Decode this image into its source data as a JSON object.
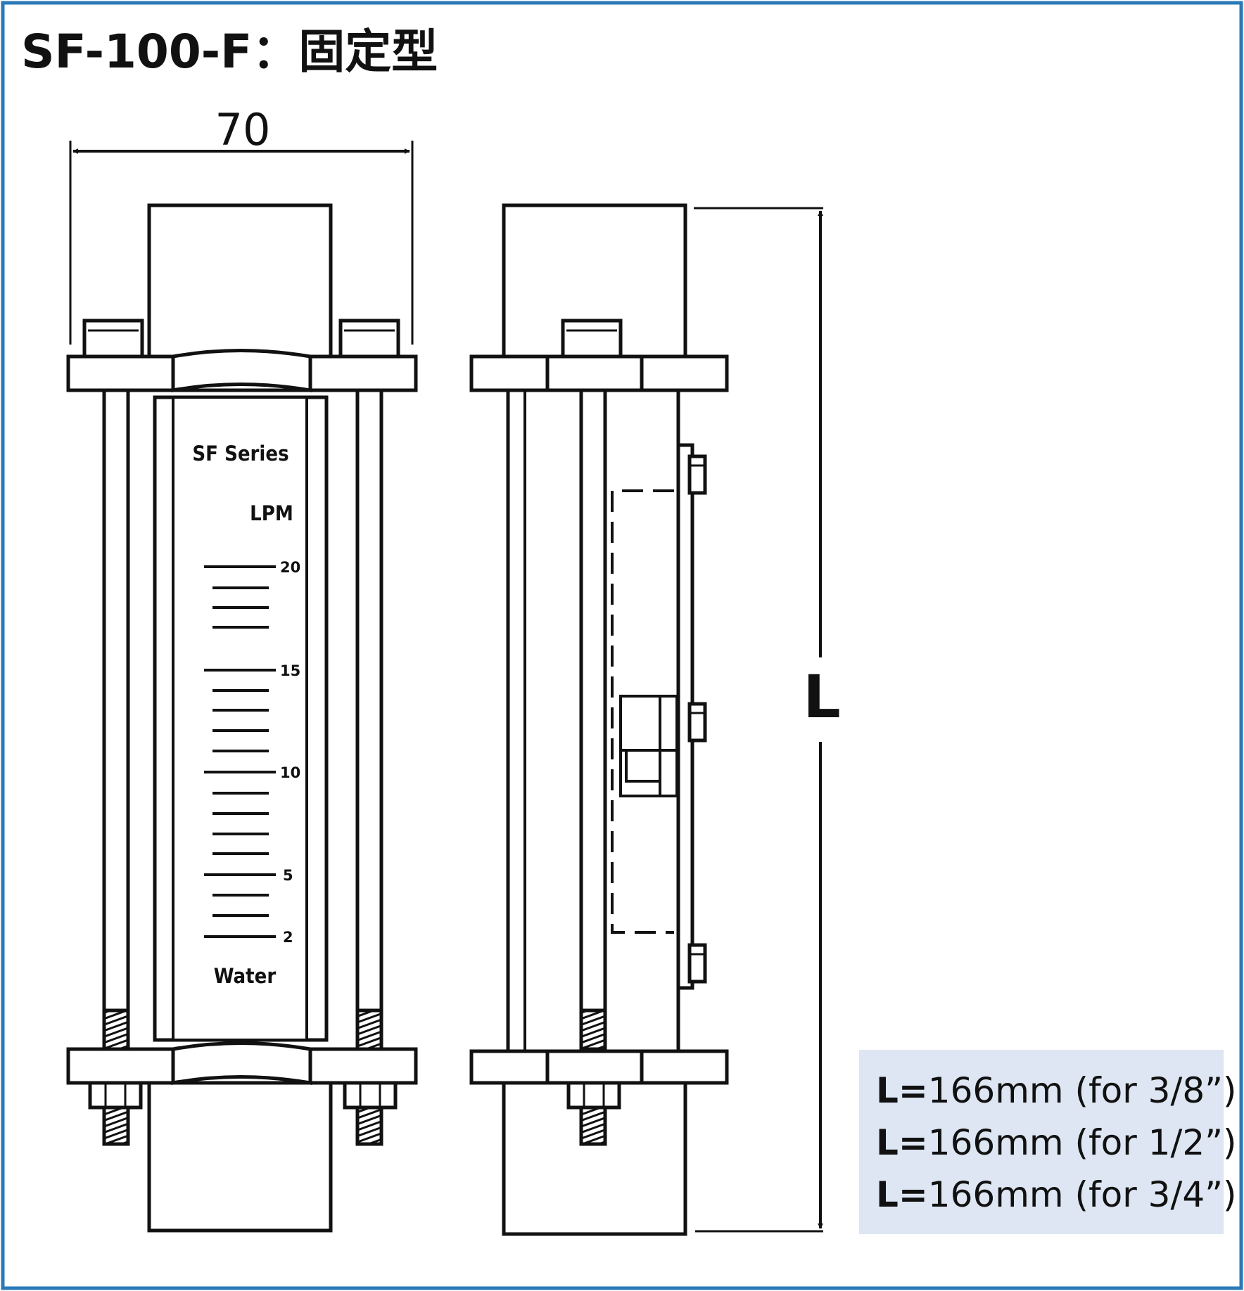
{
  "title": "SF-100-F：固定型",
  "width_dim": "70",
  "length_dim": "L",
  "scale": {
    "series": "SF Series",
    "unit": "LPM",
    "medium": "Water",
    "labels": [
      "20",
      "15",
      "10",
      "5",
      "2"
    ]
  },
  "notes": [
    {
      "prefix": "L=",
      "text": "166mm (for 3/8”)"
    },
    {
      "prefix": "L=",
      "text": "166mm (for 1/2”)"
    },
    {
      "prefix": "L=",
      "text": "166mm (for 3/4”)"
    }
  ],
  "colors": {
    "frame": "#2a79b8",
    "note_bg": "#dde6f2",
    "ink": "#111111"
  }
}
